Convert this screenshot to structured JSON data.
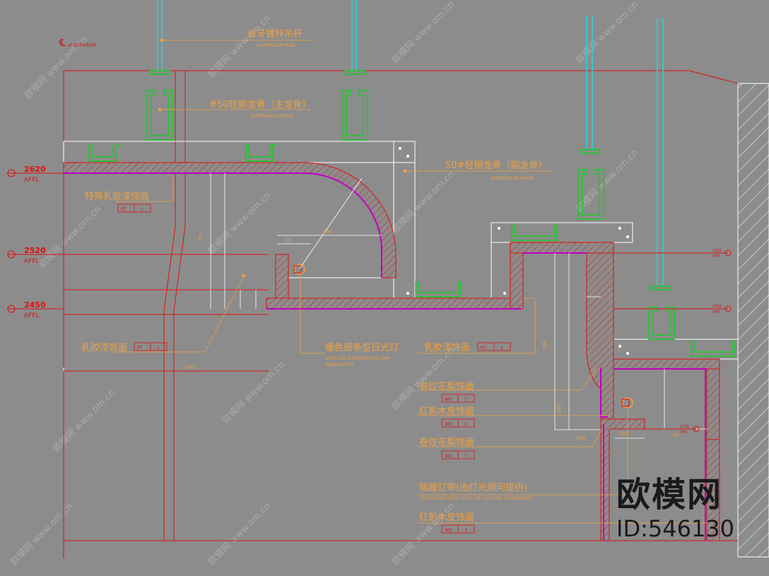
{
  "colors": {
    "background": "#8c8c8c",
    "red": "#e01010",
    "green": "#10d020",
    "cyan": "#20d8d8",
    "magenta": "#c000c0",
    "label": "#f0a040",
    "watermark": "#b8b8b8",
    "white": "#ffffff"
  },
  "axis_label": "of CORRIDOR",
  "rod": {
    "cn": "丝牙镀锌吊杆",
    "en": "SUSPENSION ROD"
  },
  "main_keel": {
    "cn": "#50轻钢龙骨（主龙骨）",
    "en": "SUSPENSION FRAME"
  },
  "sub_keel": {
    "cn": "50#轻钢龙骨（副龙骨）",
    "en": "SUSPENSION FRAME"
  },
  "levels_left": [
    {
      "value": "2620",
      "unit": "AFFL"
    },
    {
      "value": "2520",
      "unit": "AFFL"
    },
    {
      "value": "2450",
      "unit": "AFFL"
    }
  ],
  "levels_right": [
    {
      "value": "2520",
      "unit": "AFFL"
    },
    {
      "value": "2450",
      "unit": "AFFL"
    },
    {
      "value": "2250",
      "unit": "AFFL"
    }
  ],
  "special_paint": {
    "cn": "特殊乳胶漆饰面",
    "tag": "PT",
    "num": "1"
  },
  "paint_left": {
    "cn": "乳胶漆饰面",
    "tag": "PT",
    "num": "1"
  },
  "paint_mid": {
    "cn": "乳胶漆饰面",
    "tag": "PT",
    "num": "1"
  },
  "lamp": {
    "cn": "暖色细条型日光灯",
    "en1": "SLIM LINE FLUORESCENT LAMP",
    "en2": "WARM WHITE"
  },
  "veneer1": {
    "cn": "卷纹花梨饰面",
    "tag": "WD",
    "num": "7"
  },
  "veneer2": {
    "cn": "红影木皮饰面",
    "tag": "WD",
    "num": "3"
  },
  "veneer3": {
    "cn": "卷纹花梨饰面",
    "tag": "WD",
    "num": "7"
  },
  "strip": {
    "cn": "暗藏灯带(由灯光顾问提供)",
    "en": "CONCEALED STRIP LIGHT (BY LIGHTING CONSULTANT)"
  },
  "veneer4": {
    "cn": "红影木皮饰面",
    "tag": "WD",
    "num": "3"
  },
  "dims": {
    "d500": "500",
    "d30": "30",
    "d130": "130",
    "d100": "100",
    "d150": "150",
    "d170": "170",
    "d70": "70",
    "d200": "200",
    "d300": "300"
  },
  "brand_name": "欧模网",
  "brand_id": "ID:546130",
  "watermark_text": "www.om.cn",
  "watermark_logo": "欧模网"
}
